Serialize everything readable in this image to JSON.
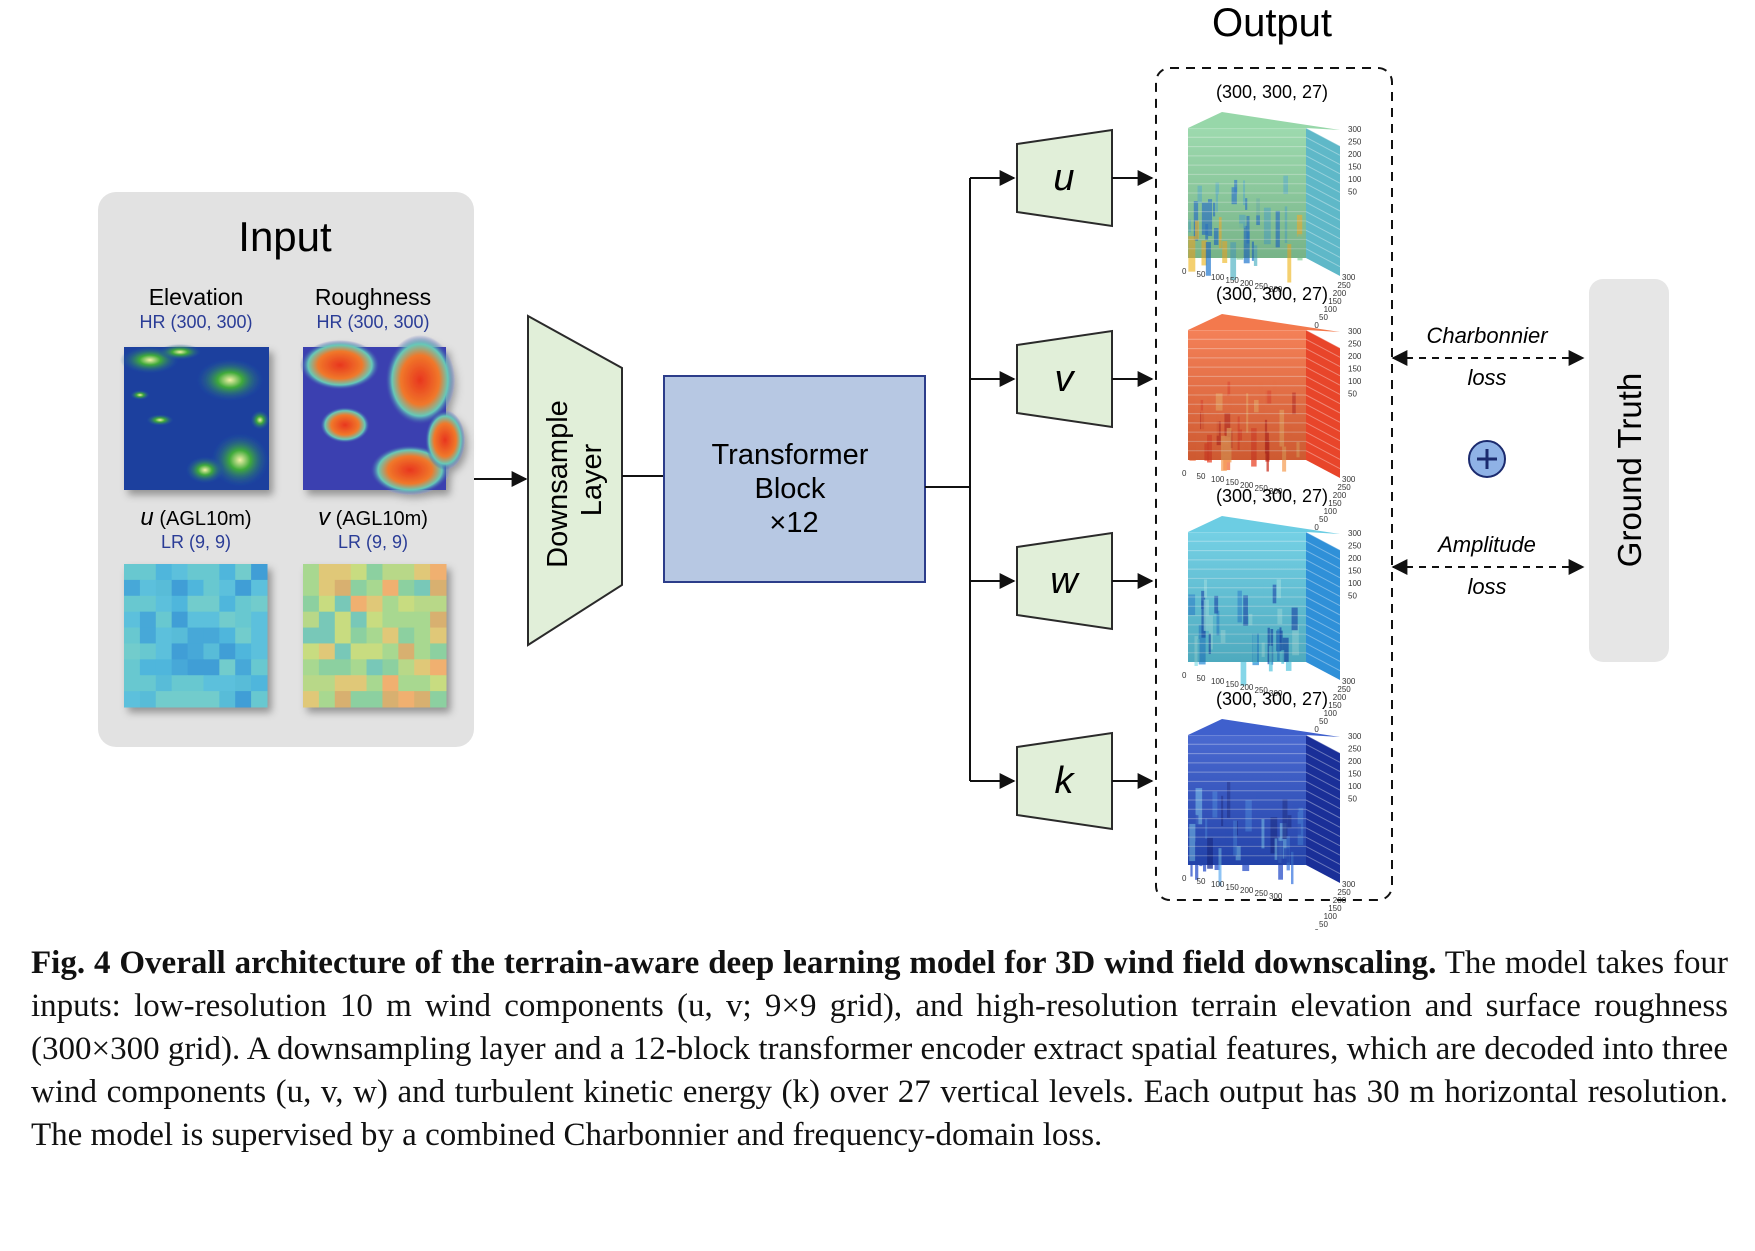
{
  "figure": {
    "input": {
      "title": "Input",
      "panels": [
        {
          "label": "Elevation",
          "sublabel": "HR (300, 300)"
        },
        {
          "label": "Roughness",
          "sublabel": "HR (300, 300)"
        },
        {
          "label_var": "u",
          "label_rest": " (AGL10m)",
          "sublabel": "LR (9, 9)"
        },
        {
          "label_var": "v",
          "label_rest": " (AGL10m)",
          "sublabel": "LR (9, 9)"
        }
      ]
    },
    "downsample": {
      "line1": "Downsample",
      "line2": "Layer"
    },
    "transformer": {
      "line1": "Transformer",
      "line2": "Block",
      "line3": "×12"
    },
    "decoders": [
      "u",
      "v",
      "w",
      "k"
    ],
    "output": {
      "title": "Output",
      "shape_label": "(300, 300, 27)",
      "cubes": [
        {
          "name": "u",
          "palette": "green-blue",
          "colors": [
            "#8cd3a0",
            "#5fb8c8",
            "#2f7fd0",
            "#f0c040"
          ]
        },
        {
          "name": "v",
          "palette": "red-orange",
          "colors": [
            "#f26a3a",
            "#e8452a",
            "#f5a05a",
            "#c83020"
          ]
        },
        {
          "name": "w",
          "palette": "cyan-blue",
          "colors": [
            "#5cc8e0",
            "#2f90d8",
            "#1b55b8",
            "#8ee0e8"
          ]
        },
        {
          "name": "k",
          "palette": "deep-blue",
          "colors": [
            "#2a4fc8",
            "#1a2f98",
            "#3f7ae0",
            "#6ab0f0"
          ]
        }
      ],
      "z_ticks": [
        "300",
        "250",
        "200",
        "150",
        "100",
        "50"
      ],
      "x_ticks": [
        "0",
        "50",
        "100",
        "150",
        "200",
        "250",
        "300"
      ],
      "y_ticks": [
        "300",
        "250",
        "200",
        "150",
        "100",
        "50",
        "0"
      ]
    },
    "loss": {
      "charbonnier_line1": "Charbonnier",
      "charbonnier_line2": "loss",
      "amplitude_line1": "Amplitude",
      "amplitude_line2": "loss",
      "plus_symbol": "+"
    },
    "ground_truth": "Ground Truth"
  },
  "caption": {
    "bold": "Fig. 4   Overall architecture of the terrain-aware deep learning model for 3D wind field downscaling.",
    "text": " The model takes four inputs: low-resolution 10 m wind components (u, v; 9×9 grid), and high-resolution terrain elevation and surface roughness (300×300 grid). A downsampling layer and a 12-block transformer encoder extract spatial features, which are decoded into three wind components (u, v, w) and turbulent kinetic energy (k) over 27 vertical levels. Each output has 30 m horizontal resolution. The model is supervised by a combined Charbonnier and frequency-domain loss."
  },
  "colors": {
    "input_bg": "#e2e2e2",
    "decoder_fill": "#e1efd9",
    "decoder_stroke": "#2a2a2a",
    "transformer_fill": "#b7c8e3",
    "transformer_stroke": "#2c3d8a",
    "sublabel_blue": "#2a3c96",
    "ground_truth_bg": "#e6e6e6",
    "plus_fill": "#8fb2e6"
  }
}
